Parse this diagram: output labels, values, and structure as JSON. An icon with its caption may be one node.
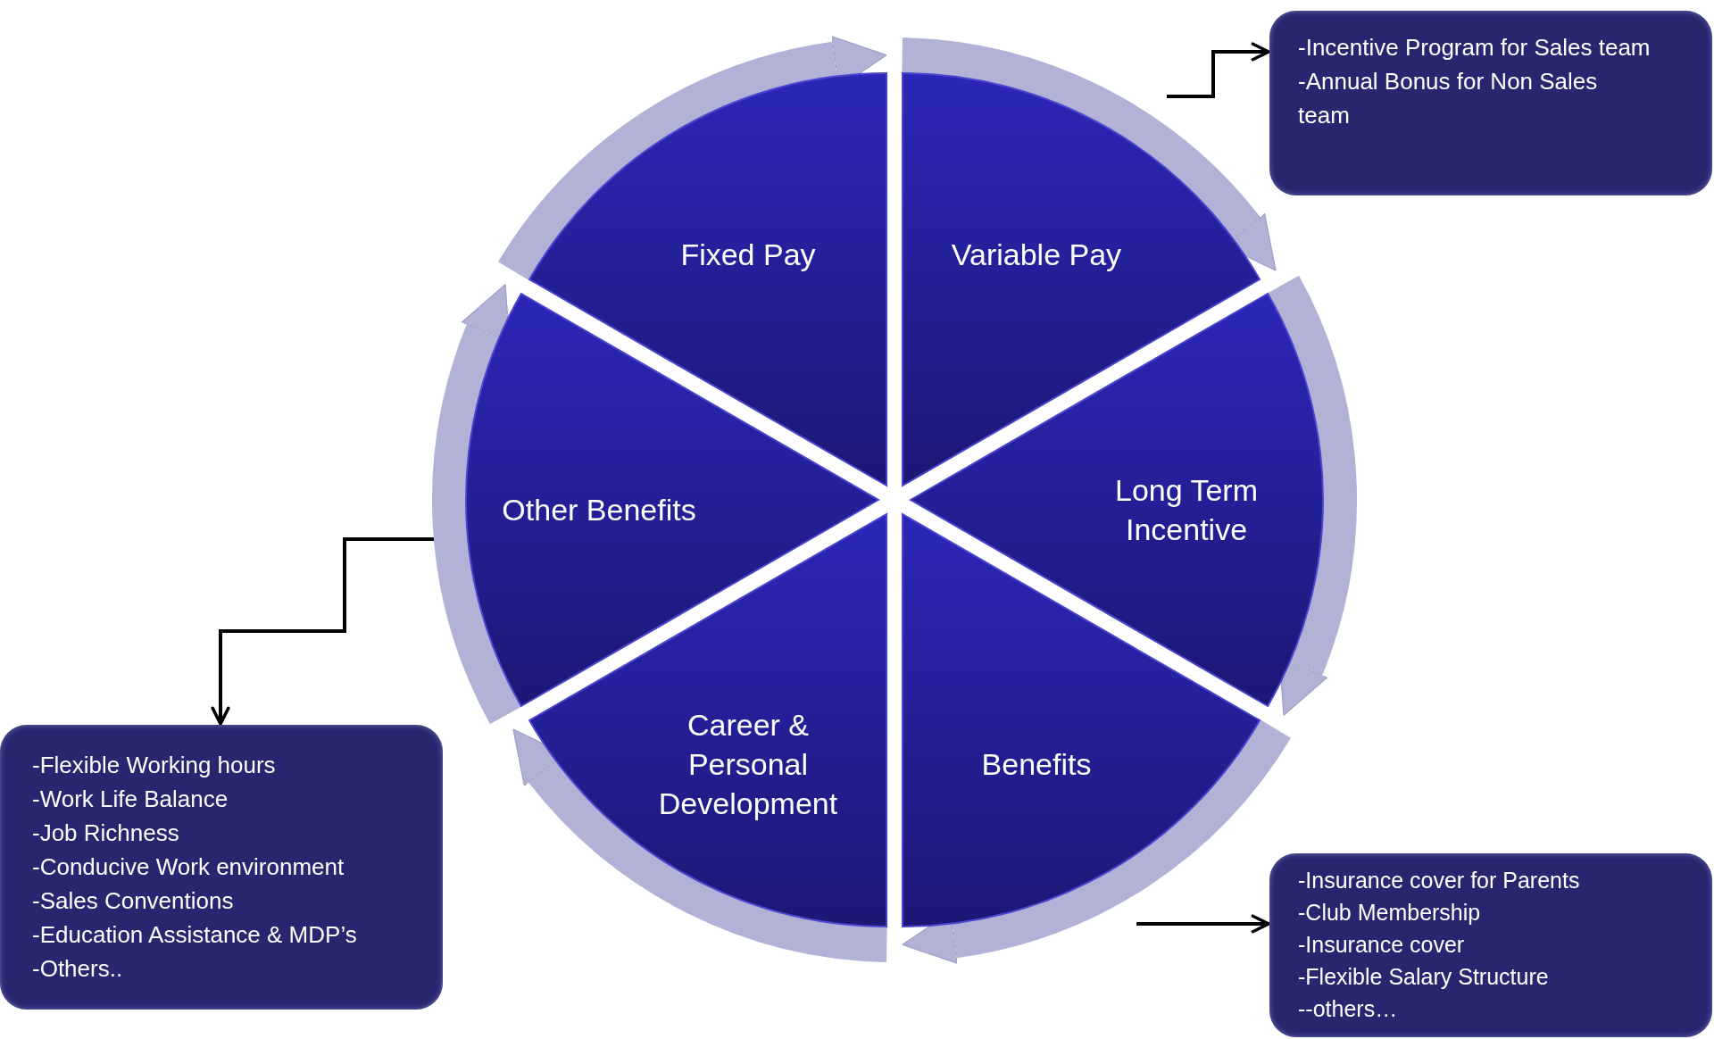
{
  "diagram": {
    "nodes": [
      {
        "text": [
          "Fixed Pay"
        ]
      },
      {
        "text": [
          "Variable Pay"
        ]
      },
      {
        "text": [
          "Long Term Incentive"
        ]
      },
      {
        "text": [
          "Benefits"
        ]
      },
      {
        "text": [
          "Career & Personal Development"
        ]
      },
      {
        "text": [
          "Other Benefits"
        ]
      },
      {
        "text": [
          "-Incentive Program for Sales team",
          "-Annual Bonus for Non Sales team"
        ]
      },
      {
        "text": [
          "-Flexible Working hours",
          "-Work Life Balance",
          "-Job Richness",
          "-Conducive Work environment",
          "-Sales Conventions",
          "-Education Assistance & MDP’s",
          "-Others.."
        ]
      },
      {
        "text": [
          "-Insurance cover for Parents",
          "-Club Membership",
          "-Insurance cover",
          "-Flexible Salary Structure",
          "--others…"
        ]
      }
    ],
    "edges": [
      {
        "from": 0,
        "to": 1,
        "arrow": "to"
      },
      {
        "from": 1,
        "to": 2,
        "arrow": "to"
      },
      {
        "from": 2,
        "to": 3,
        "arrow": "to"
      },
      {
        "from": 3,
        "to": 4,
        "arrow": "to"
      },
      {
        "from": 4,
        "to": 5,
        "arrow": "to"
      },
      {
        "from": 5,
        "to": 0,
        "arrow": "to"
      },
      {
        "from": 1,
        "to": 6,
        "arrow": "to",
        "color": "#000000"
      },
      {
        "from": 5,
        "to": 7,
        "arrow": "to",
        "color": "#000000"
      },
      {
        "from": 3,
        "to": 8,
        "arrow": "to",
        "color": "#000000"
      }
    ]
  }
}
